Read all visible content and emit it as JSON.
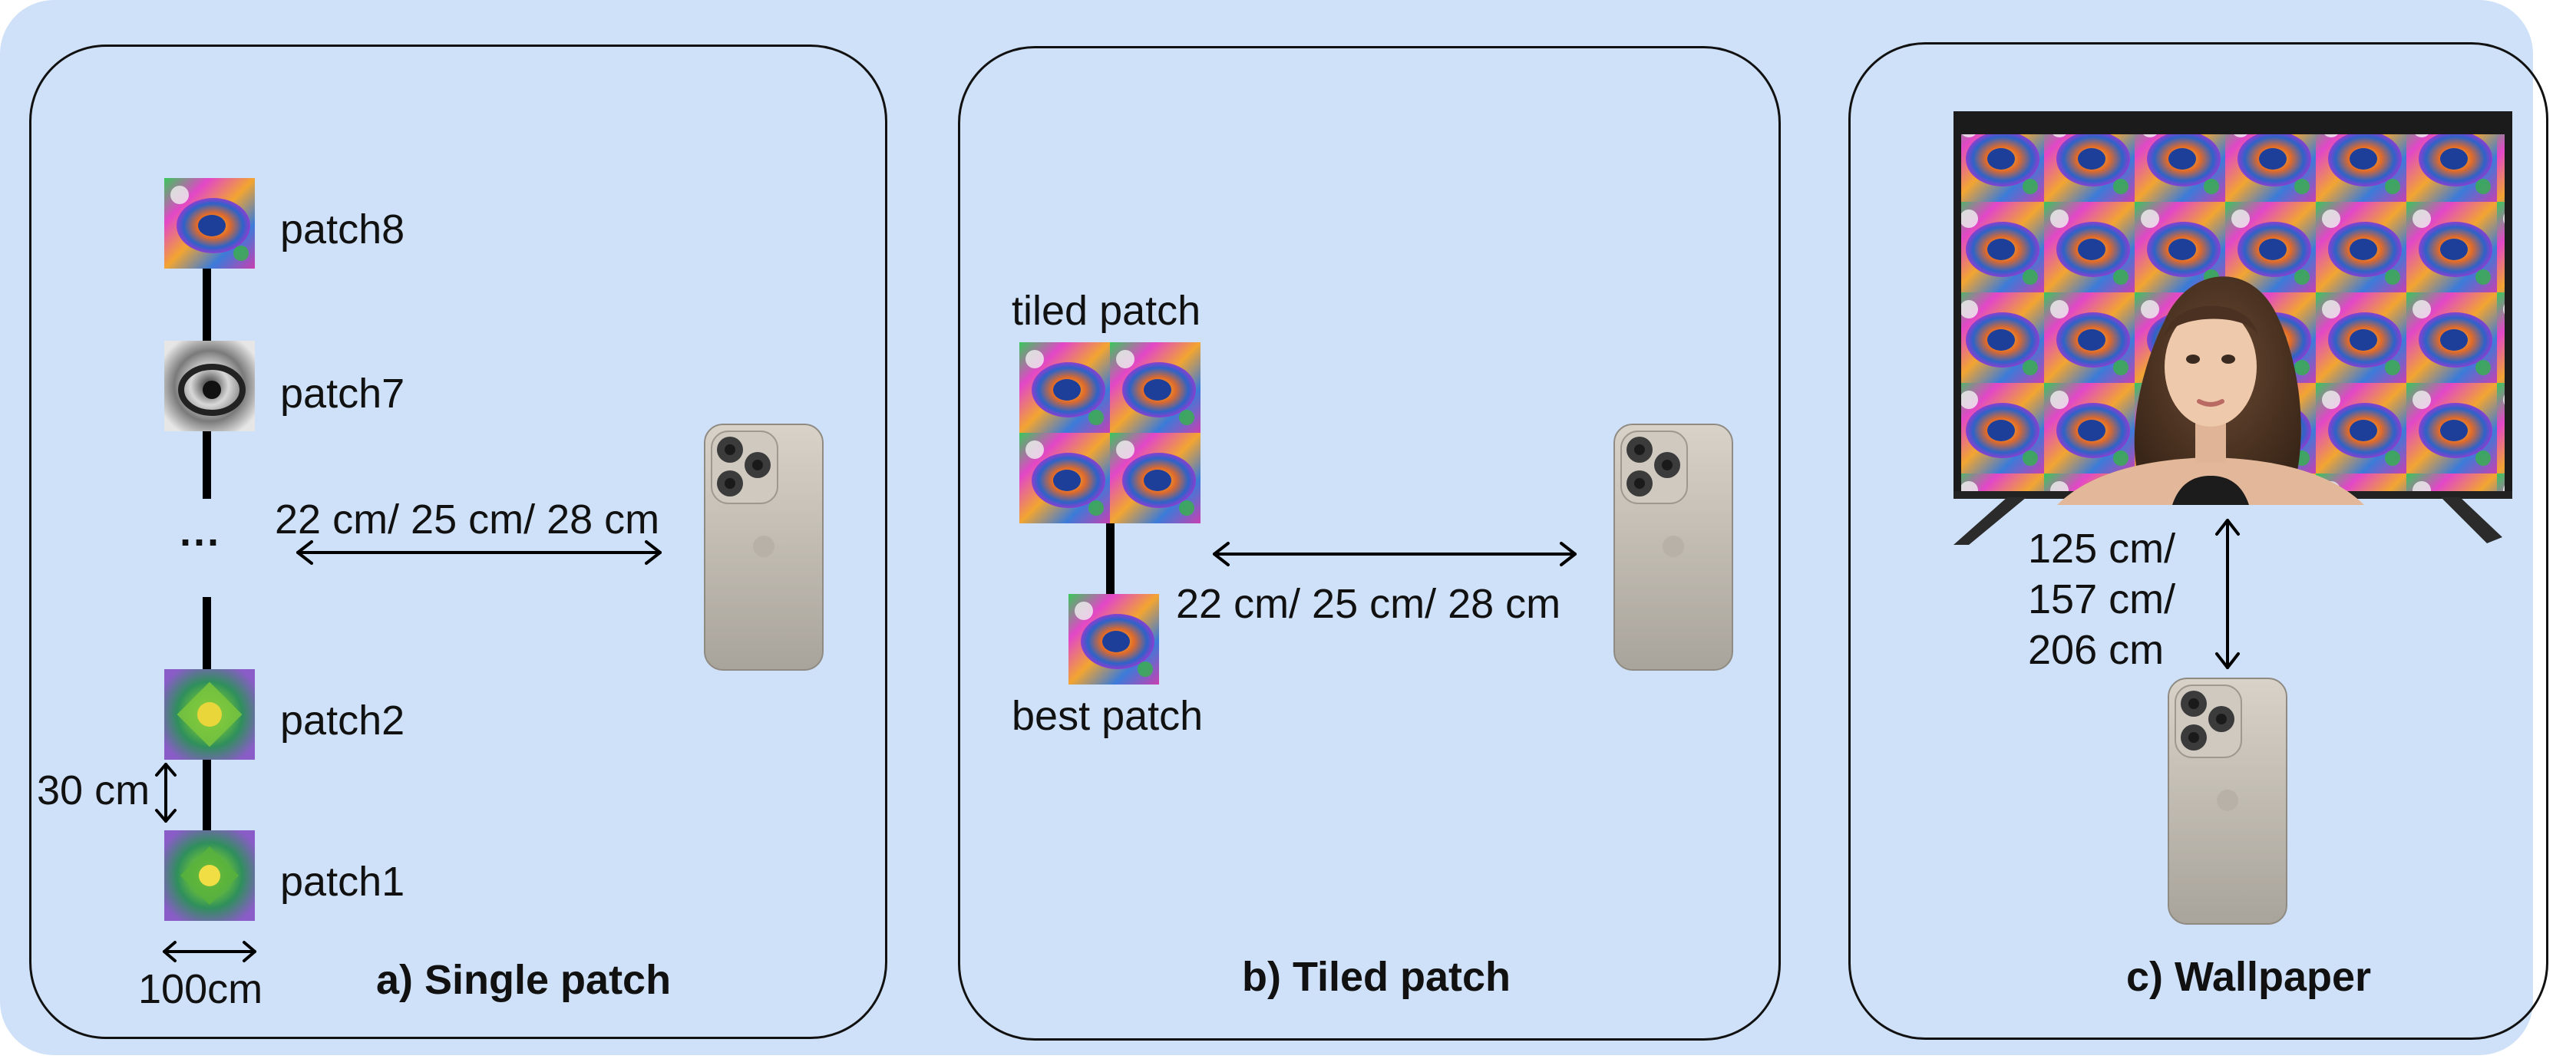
{
  "panels": {
    "single": {
      "title": "a) Single patch",
      "patches": [
        "patch8",
        "patch7",
        "patch2",
        "patch1"
      ],
      "ellipsis": "···",
      "distance": "22 cm/ 25 cm/ 28 cm",
      "spacing": "30 cm",
      "size": "100cm"
    },
    "tiled": {
      "title": "b) Tiled patch",
      "tiled_label": "tiled patch",
      "best_label": "best patch",
      "distance": "22 cm/ 25 cm/ 28 cm"
    },
    "wallpaper": {
      "title": "c) Wallpaper",
      "distances": [
        "125 cm/",
        "157 cm/",
        "206 cm"
      ]
    }
  },
  "icons": [
    "psychedelic-patch-image",
    "grayscale-patch-image",
    "green-purple-patch-image",
    "smartphone-image",
    "television-image",
    "person-image"
  ]
}
